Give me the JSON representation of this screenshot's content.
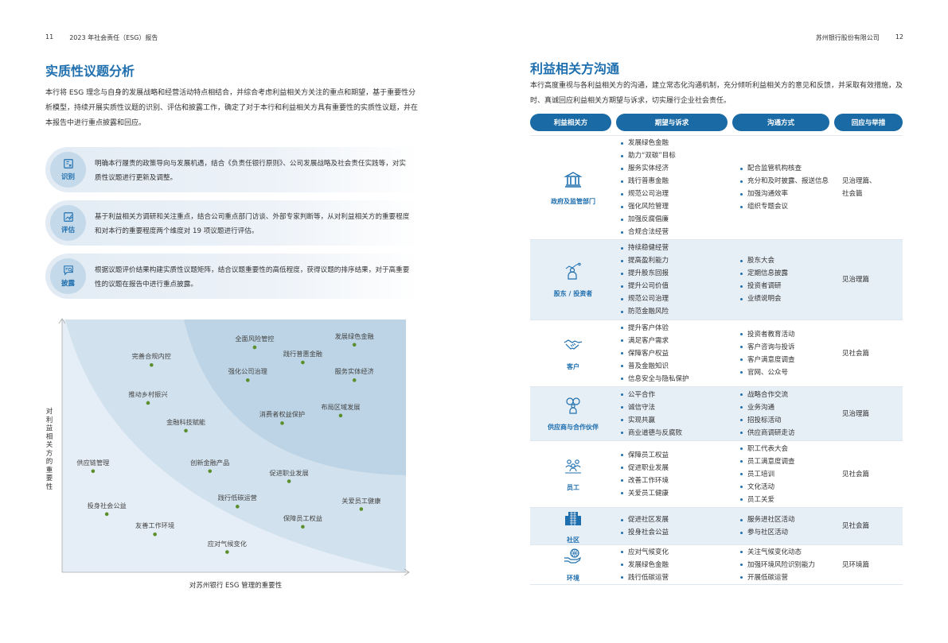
{
  "left_page": {
    "page_number": "11",
    "running_title": "2023 年社会责任（ESG）报告",
    "section_title": "实质性议题分析",
    "intro": "本行将 ESG 理念与自身的发展战略和经营活动特点相结合，并综合考虑利益相关方关注的重点和期望，基于重要性分析模型，持续开展实质性议题的识别、评估和披露工作，确定了对于本行和利益相关方具有重要性的实质性议题，并在本报告中进行重点披露和回应。",
    "steps": [
      {
        "label": "识别",
        "icon": "identify-icon",
        "text": "明确本行履责的政策导向与发展机遇，结合《负责任银行原则》、公司发展战略及社会责任实践等，对实质性议题进行更新及调整。"
      },
      {
        "label": "评估",
        "icon": "evaluate-icon",
        "text": "基于利益相关方调研和关注重点，结合公司重点部门访谈、外部专家判断等，从对利益相关方的重要程度和对本行的重要程度两个维度对 19 项议题进行评估。"
      },
      {
        "label": "披露",
        "icon": "disclose-icon",
        "text": "根据议题评价结果构建实质性议题矩阵，结合议题重要性的高低程度，获得议题的排序结果，对于高重要性的议题在报告中进行重点披露。"
      }
    ]
  },
  "chart_data": {
    "type": "scatter",
    "title": "实质性议题矩阵",
    "xlabel": "对苏州银行 ESG 管理的重要性",
    "ylabel": "对利益相关方的重要性",
    "xlim": [
      0,
      10
    ],
    "ylim": [
      0,
      10
    ],
    "grid": false,
    "legend": "none",
    "zones": [
      {
        "name": "low",
        "color": "#e5eef6"
      },
      {
        "name": "medium",
        "color": "#d1e1ed"
      },
      {
        "name": "high",
        "color": "#bcd4e5"
      }
    ],
    "point_color": "#5b8f2b",
    "points": [
      {
        "label": "全面风险管控",
        "x": 5.6,
        "y": 8.9
      },
      {
        "label": "发展绿色金融",
        "x": 8.5,
        "y": 9.0
      },
      {
        "label": "完善合规内控",
        "x": 2.6,
        "y": 8.2
      },
      {
        "label": "践行普惠金融",
        "x": 7.0,
        "y": 8.3
      },
      {
        "label": "强化公司治理",
        "x": 5.4,
        "y": 7.6
      },
      {
        "label": "服务实体经济",
        "x": 8.5,
        "y": 7.6
      },
      {
        "label": "推动乡村振兴",
        "x": 2.5,
        "y": 6.7
      },
      {
        "label": "布局区域发展",
        "x": 8.1,
        "y": 6.2
      },
      {
        "label": "消费者权益保护",
        "x": 6.4,
        "y": 5.9
      },
      {
        "label": "金融科技赋能",
        "x": 3.6,
        "y": 5.6
      },
      {
        "label": "供应链管理",
        "x": 0.9,
        "y": 4.0
      },
      {
        "label": "创新金融产品",
        "x": 4.3,
        "y": 4.0
      },
      {
        "label": "促进职业发展",
        "x": 6.6,
        "y": 3.6
      },
      {
        "label": "践行低碳运营",
        "x": 5.1,
        "y": 2.6
      },
      {
        "label": "关爱员工健康",
        "x": 8.7,
        "y": 2.5
      },
      {
        "label": "投身社会公益",
        "x": 1.3,
        "y": 2.3
      },
      {
        "label": "保障员工权益",
        "x": 7.0,
        "y": 1.8
      },
      {
        "label": "友善工作环境",
        "x": 2.7,
        "y": 1.5
      },
      {
        "label": "应对气候变化",
        "x": 4.8,
        "y": 0.8
      }
    ]
  },
  "right_page": {
    "page_number": "12",
    "running_title": "苏州银行股份有限公司",
    "section_title": "利益相关方沟通",
    "intro": "本行高度重视与各利益相关方的沟通，建立常态化沟通机制，充分倾听利益相关方的意见和反馈，并采取有效措施，及时、真诚回应利益相关方期望与诉求，切实履行企业社会责任。",
    "table": {
      "headers": [
        "利益相关方",
        "期望与诉求",
        "沟通方式",
        "回应与举措"
      ],
      "rows": [
        {
          "stakeholder": "政府及监管部门",
          "icon": "government-building-icon",
          "shaded": false,
          "expectations": [
            "发展绿色金融",
            "助力“双碳”目标",
            "服务实体经济",
            "践行普惠金融",
            "规范公司治理",
            "强化风险管理",
            "加强反腐倡廉",
            "合规合法经营"
          ],
          "channels": [
            "配合监管机构核查",
            "充分和及时披露、报送信息",
            "加强沟通效率",
            "组织专题会议"
          ],
          "response": "见治理篇、社会篇"
        },
        {
          "stakeholder": "股东 / 投资者",
          "icon": "investor-growth-icon",
          "shaded": true,
          "expectations": [
            "持续稳健经营",
            "提高盈利能力",
            "提升股东回报",
            "提升公司价值",
            "规范公司治理",
            "防范金融风险"
          ],
          "channels": [
            "股东大会",
            "定期信息披露",
            "投资者调研",
            "业绩说明会"
          ],
          "response": "见治理篇"
        },
        {
          "stakeholder": "客户",
          "icon": "handshake-icon",
          "shaded": false,
          "expectations": [
            "提升客户体验",
            "满足客户需求",
            "保障客户权益",
            "普及金融知识",
            "信息安全与隐私保护"
          ],
          "channels": [
            "投资者教育活动",
            "客户咨询与投诉",
            "客户满意度调查",
            "官网、公众号"
          ],
          "response": "见社会篇"
        },
        {
          "stakeholder": "供应商与合作伙伴",
          "icon": "partners-group-icon",
          "shaded": true,
          "expectations": [
            "公平合作",
            "诚信守法",
            "实现共赢",
            "商业道德与反腐败"
          ],
          "channels": [
            "战略合作交流",
            "业务沟通",
            "招投标活动",
            "供应商调研走访"
          ],
          "response": "见治理篇"
        },
        {
          "stakeholder": "员工",
          "icon": "employees-icon",
          "shaded": false,
          "expectations": [
            "保障员工权益",
            "促进职业发展",
            "改善工作环境",
            "关爱员工健康"
          ],
          "channels": [
            "职工代表大会",
            "员工满意度调查",
            "员工培训",
            "文化活动",
            "员工关爱"
          ],
          "response": "见社会篇"
        },
        {
          "stakeholder": "社区",
          "icon": "community-building-icon",
          "shaded": true,
          "expectations": [
            "促进社区发展",
            "投身社会公益"
          ],
          "channels": [
            "服务进社区活动",
            "参与社区活动"
          ],
          "response": "见社会篇"
        },
        {
          "stakeholder": "环境",
          "icon": "globe-hand-icon",
          "shaded": false,
          "expectations": [
            "应对气候变化",
            "发展绿色金融",
            "践行低碳运营"
          ],
          "channels": [
            "关注气候变化动态",
            "加强环境风险识别能力",
            "开展低碳运营"
          ],
          "response": "见环境篇"
        }
      ]
    }
  }
}
